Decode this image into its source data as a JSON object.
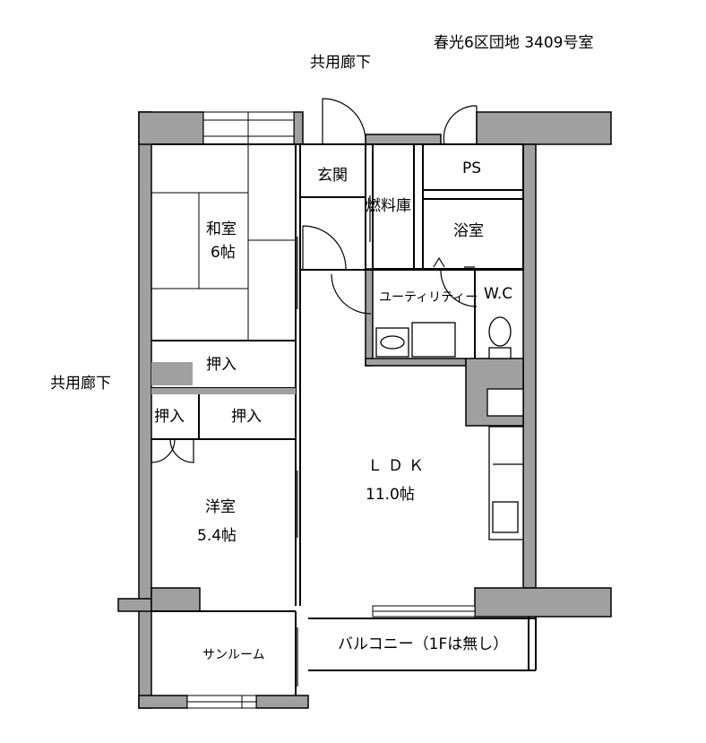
{
  "header": {
    "title": "春光6区団地 3409号室"
  },
  "corridors": {
    "top": "共用廊下",
    "left": "共用廊下"
  },
  "rooms": {
    "genkan": "玄関",
    "nenryoko": "燃料庫",
    "ps": "PS",
    "yokushitsu": "浴室",
    "washitsu_name": "和室",
    "washitsu_size": "6帖",
    "utility": "ユーティリティー",
    "wc": "W.C",
    "oshiire_1": "押入",
    "oshiire_2": "押入",
    "oshiire_3": "押入",
    "ldk_name": "ＬＤＫ",
    "ldk_size": "11.0帖",
    "yoshitsu_name": "洋室",
    "yoshitsu_size": "5.4帖",
    "sunroom": "サンルーム",
    "balcony": "バルコニー（1Fは無し）"
  },
  "colors": {
    "wall": "#a0a0a0",
    "line": "#000000",
    "background": "#ffffff"
  }
}
